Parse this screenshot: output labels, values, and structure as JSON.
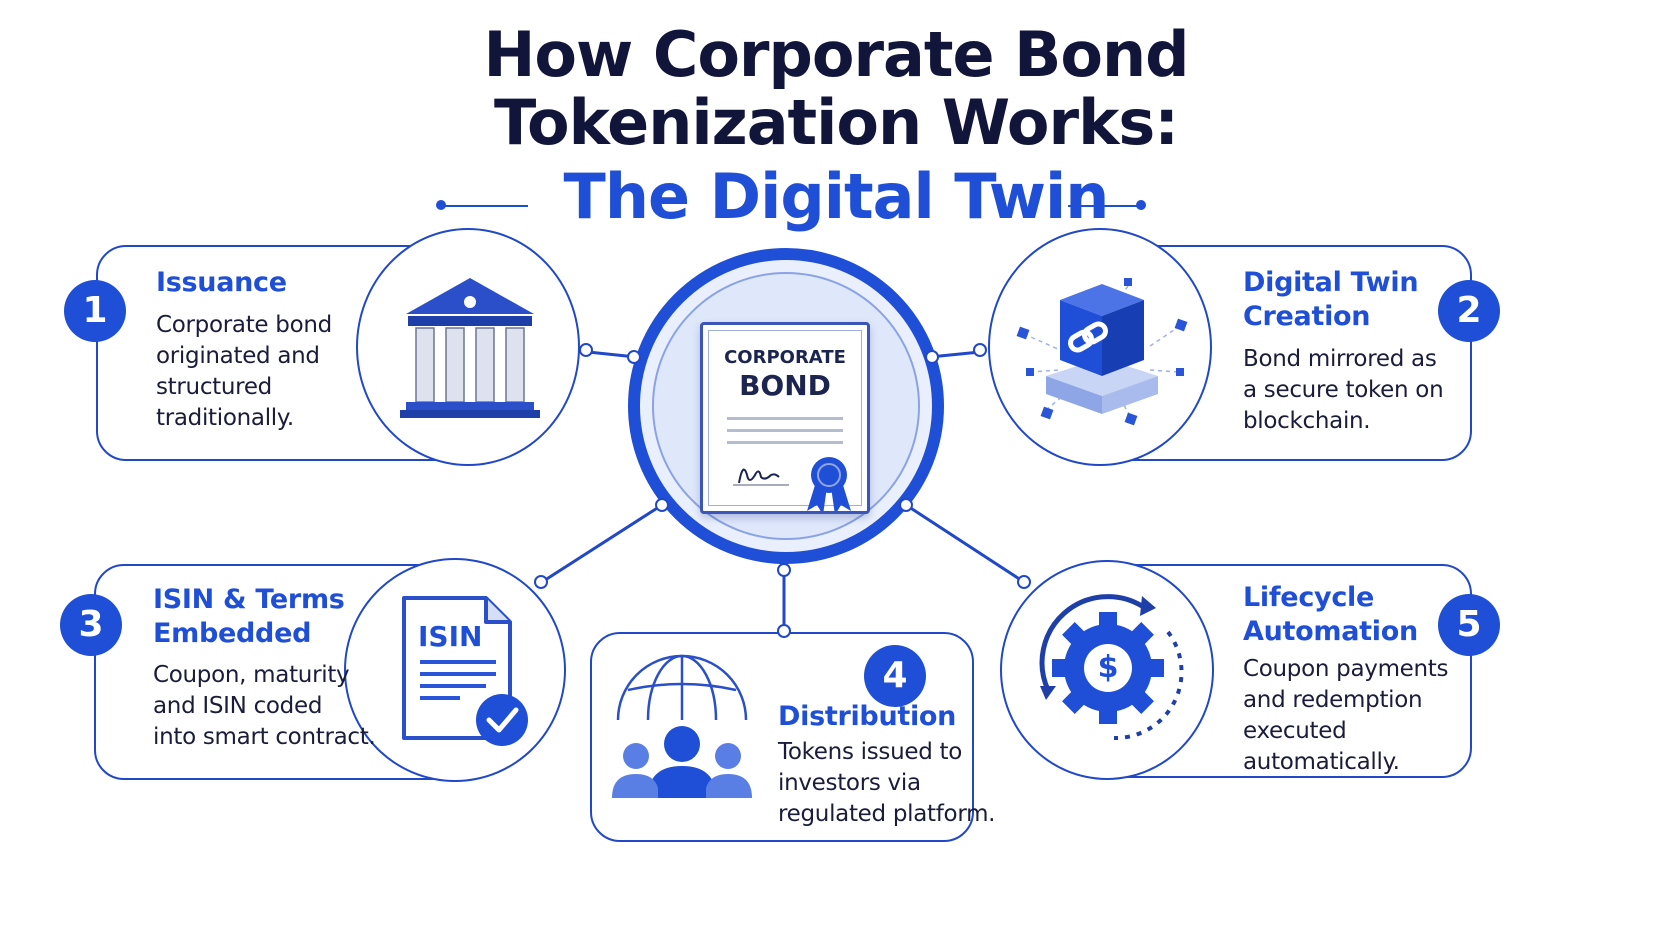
{
  "title": {
    "line1": "How Corporate Bond",
    "line2": "Tokenization Works:",
    "line3": "The Digital Twin"
  },
  "center": {
    "cert_line1": "CORPORATE",
    "cert_line2": "BOND"
  },
  "steps": [
    {
      "number": "1",
      "title": "Issuance",
      "desc": [
        "Corporate bond",
        "originated and",
        "structured",
        "traditionally."
      ],
      "icon": "bank-building-icon"
    },
    {
      "number": "2",
      "title": [
        "Digital Twin",
        "Creation"
      ],
      "desc": [
        "Bond mirrored as",
        "a secure token on",
        "blockchain."
      ],
      "icon": "blockchain-cube-link-icon"
    },
    {
      "number": "3",
      "title": [
        "ISIN & Terms",
        "Embedded"
      ],
      "desc": [
        "Coupon, maturity",
        "and ISIN coded",
        "into smart contract."
      ],
      "icon": "isin-document-check-icon",
      "icon_text": "ISIN"
    },
    {
      "number": "4",
      "title": "Distribution",
      "desc": [
        "Tokens issued to",
        "investors via",
        "regulated platform."
      ],
      "icon": "globe-investors-icon"
    },
    {
      "number": "5",
      "title": [
        "Lifecycle",
        "Automation"
      ],
      "desc": [
        "Coupon payments",
        "and redemption",
        "executed",
        "automatically."
      ],
      "icon": "gear-dollar-cycle-icon",
      "icon_text": "$"
    }
  ],
  "colors": {
    "accent": "#1f4fd6",
    "dark": "#12153a",
    "stroke": "#2148c8"
  }
}
